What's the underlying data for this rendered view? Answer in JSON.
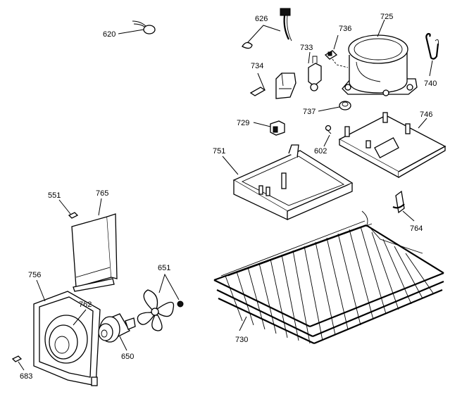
{
  "colors": {
    "ink": "#000000",
    "paper": "#ffffff"
  },
  "labels": {
    "p620": "620",
    "p626": "626",
    "p736": "736",
    "p725": "725",
    "p733": "733",
    "p734": "734",
    "p740": "740",
    "p737": "737",
    "p729": "729",
    "p602": "602",
    "p746": "746",
    "p751": "751",
    "p551": "551",
    "p765": "765",
    "p764": "764",
    "p651": "651",
    "p756": "756",
    "p762": "762",
    "p650": "650",
    "p730": "730",
    "p683": "683"
  }
}
